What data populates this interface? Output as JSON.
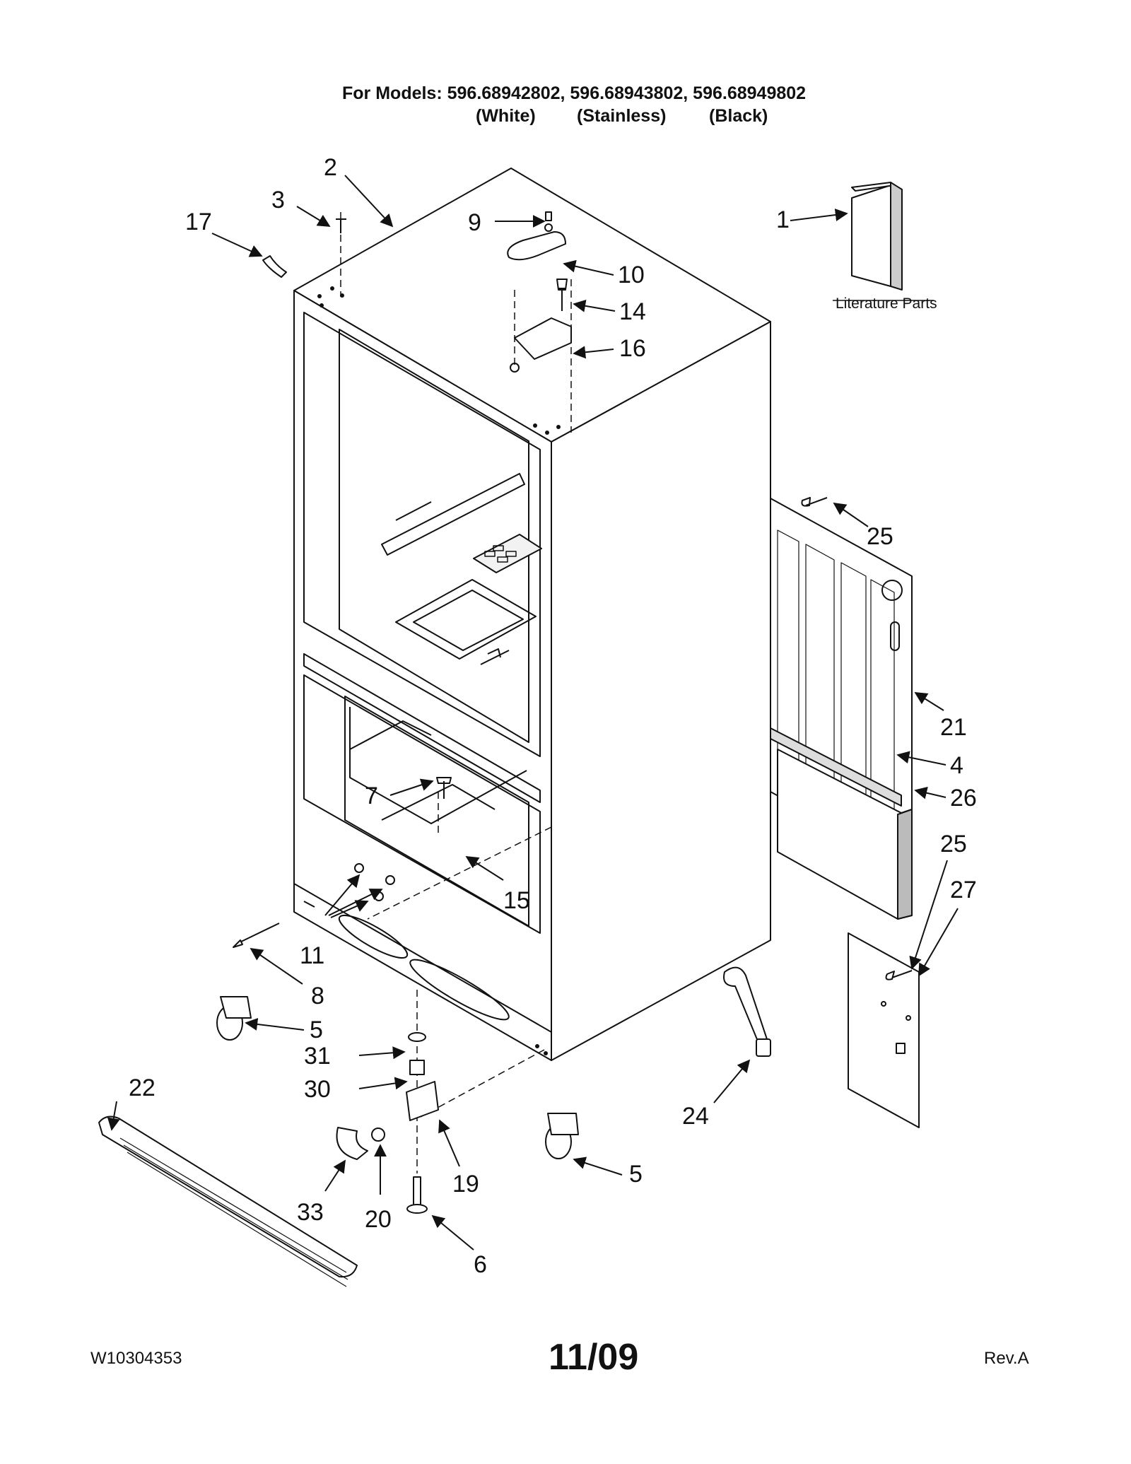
{
  "header": {
    "models_line": "For Models: 596.68942802, 596.68943802, 596.68949802",
    "colors": [
      "(White)",
      "(Stainless)",
      "(Black)"
    ]
  },
  "literature_label": "Literature Parts",
  "callouts": [
    "1",
    "2",
    "3",
    "4",
    "5",
    "5",
    "6",
    "7",
    "8",
    "9",
    "10",
    "11",
    "14",
    "15",
    "16",
    "17",
    "19",
    "20",
    "21",
    "22",
    "24",
    "25",
    "25",
    "26",
    "27",
    "30",
    "31",
    "33"
  ],
  "footer": {
    "doc_number": "W10304353",
    "date": "11/09",
    "revision": "Rev.A"
  }
}
